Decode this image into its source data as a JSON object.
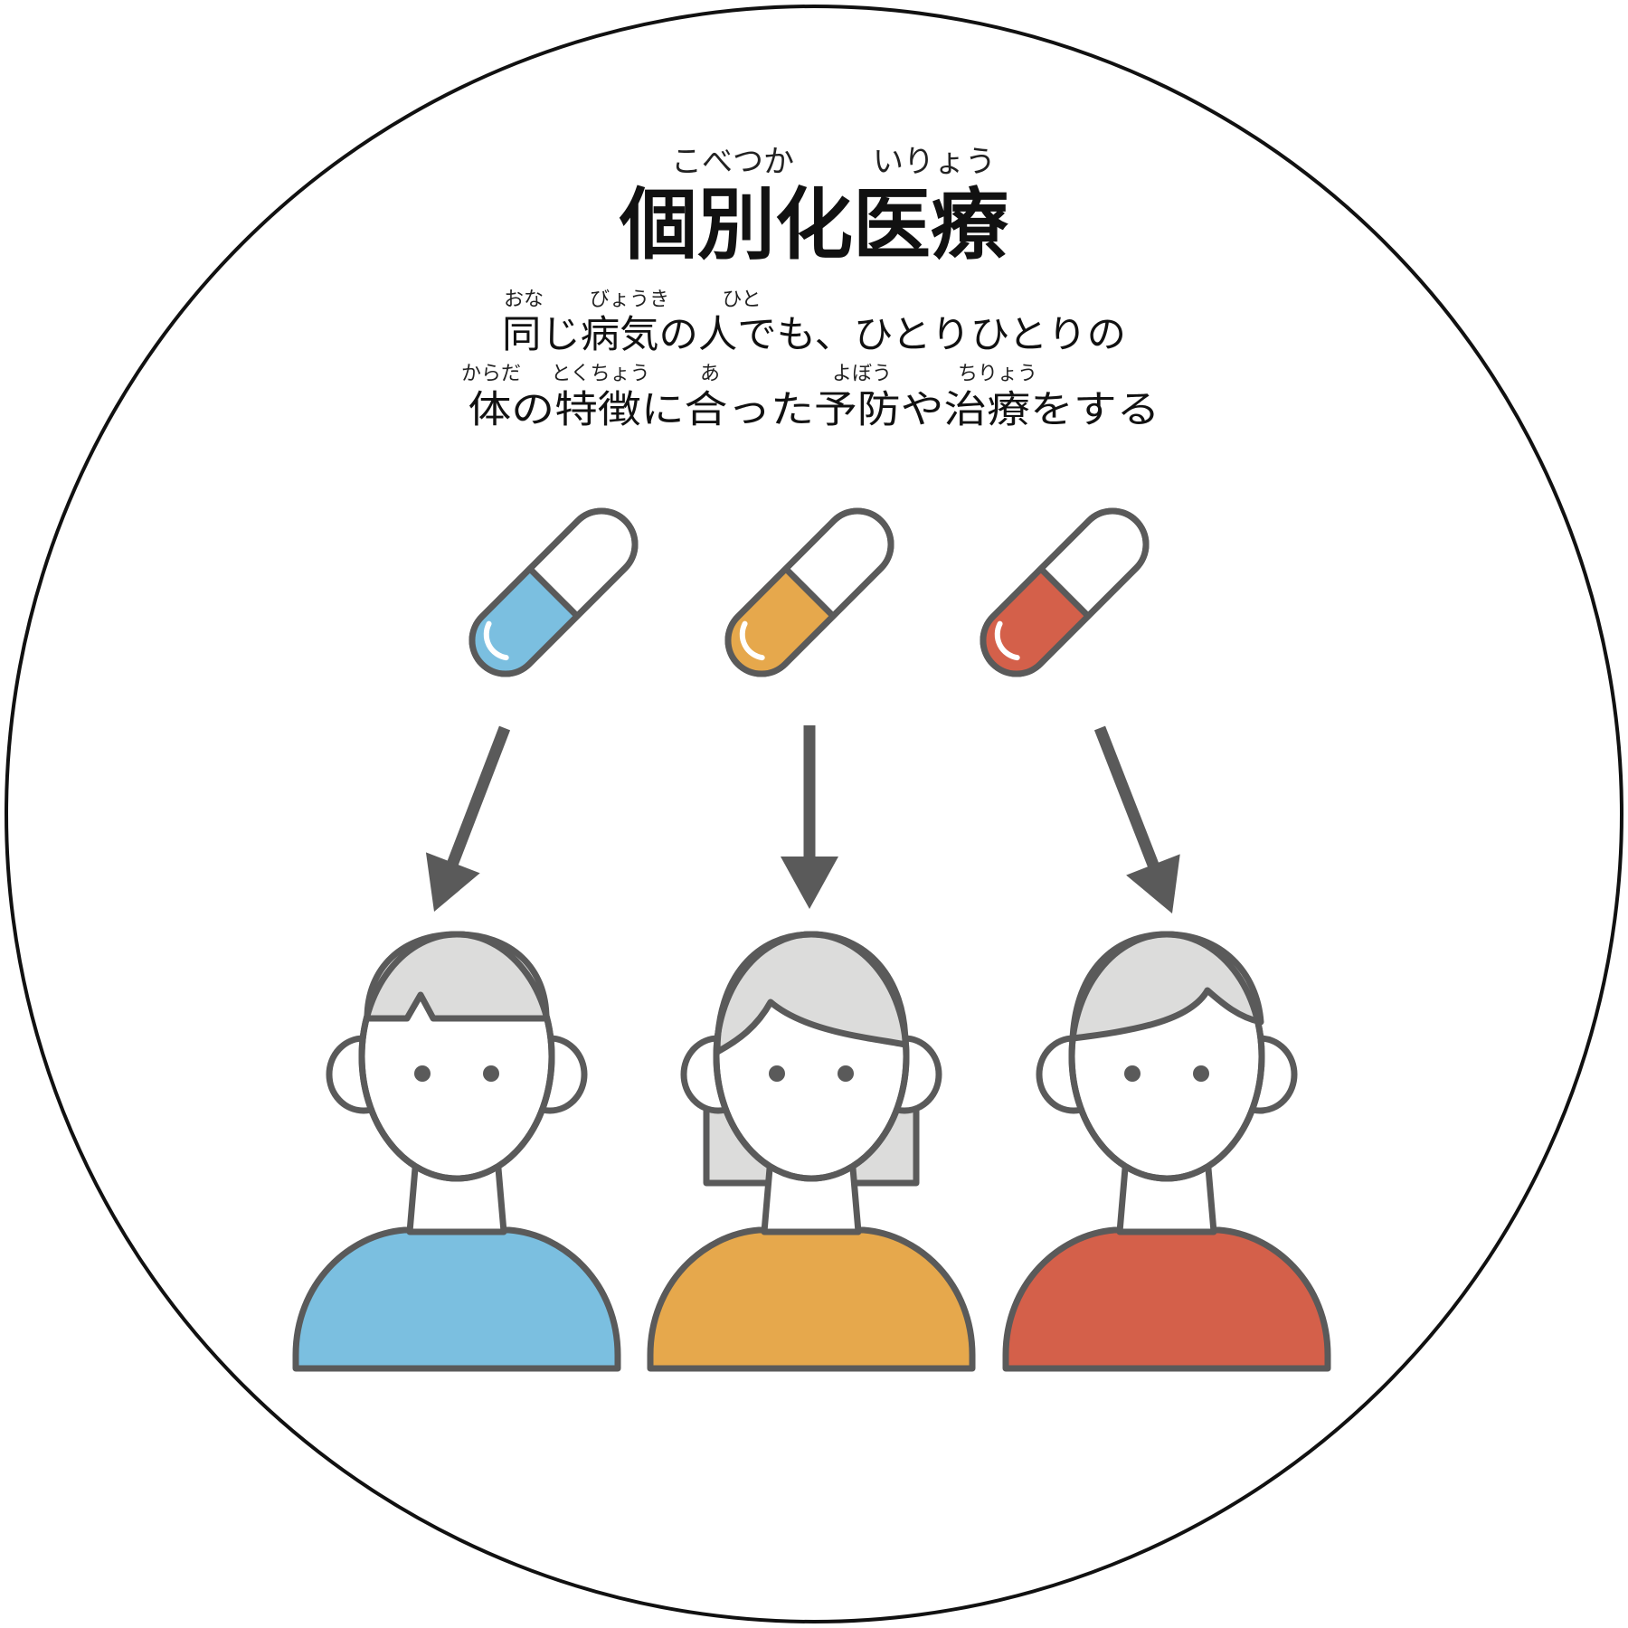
{
  "title": {
    "text": "個別化医療",
    "ruby_1": "こべつか",
    "ruby_2": "いりょう"
  },
  "subtitle": {
    "line1": "同じ病気の人でも、ひとりひとりの",
    "line1_ruby": [
      "おな",
      "びょうき",
      "ひと"
    ],
    "line2": "体の特徴に合った予防や治療をする",
    "line2_ruby": [
      "からだ",
      "とくちょう",
      "あ",
      "よぼう",
      "ちりょう"
    ]
  },
  "colors": {
    "outline": "#5a5a5a",
    "blue": "#7bbfe0",
    "orange": "#e6a84c",
    "red": "#d4604a",
    "hair": "#dcdcdb",
    "frame": "#111111"
  },
  "capsules": [
    {
      "name": "blue-capsule-icon",
      "color": "blue"
    },
    {
      "name": "orange-capsule-icon",
      "color": "orange"
    },
    {
      "name": "red-capsule-icon",
      "color": "red"
    }
  ],
  "people": [
    {
      "name": "person-blue-short-hair-icon",
      "color": "blue",
      "hair": "short"
    },
    {
      "name": "person-orange-long-hair-icon",
      "color": "orange",
      "hair": "long"
    },
    {
      "name": "person-red-side-part-icon",
      "color": "red",
      "hair": "sidepart"
    }
  ]
}
